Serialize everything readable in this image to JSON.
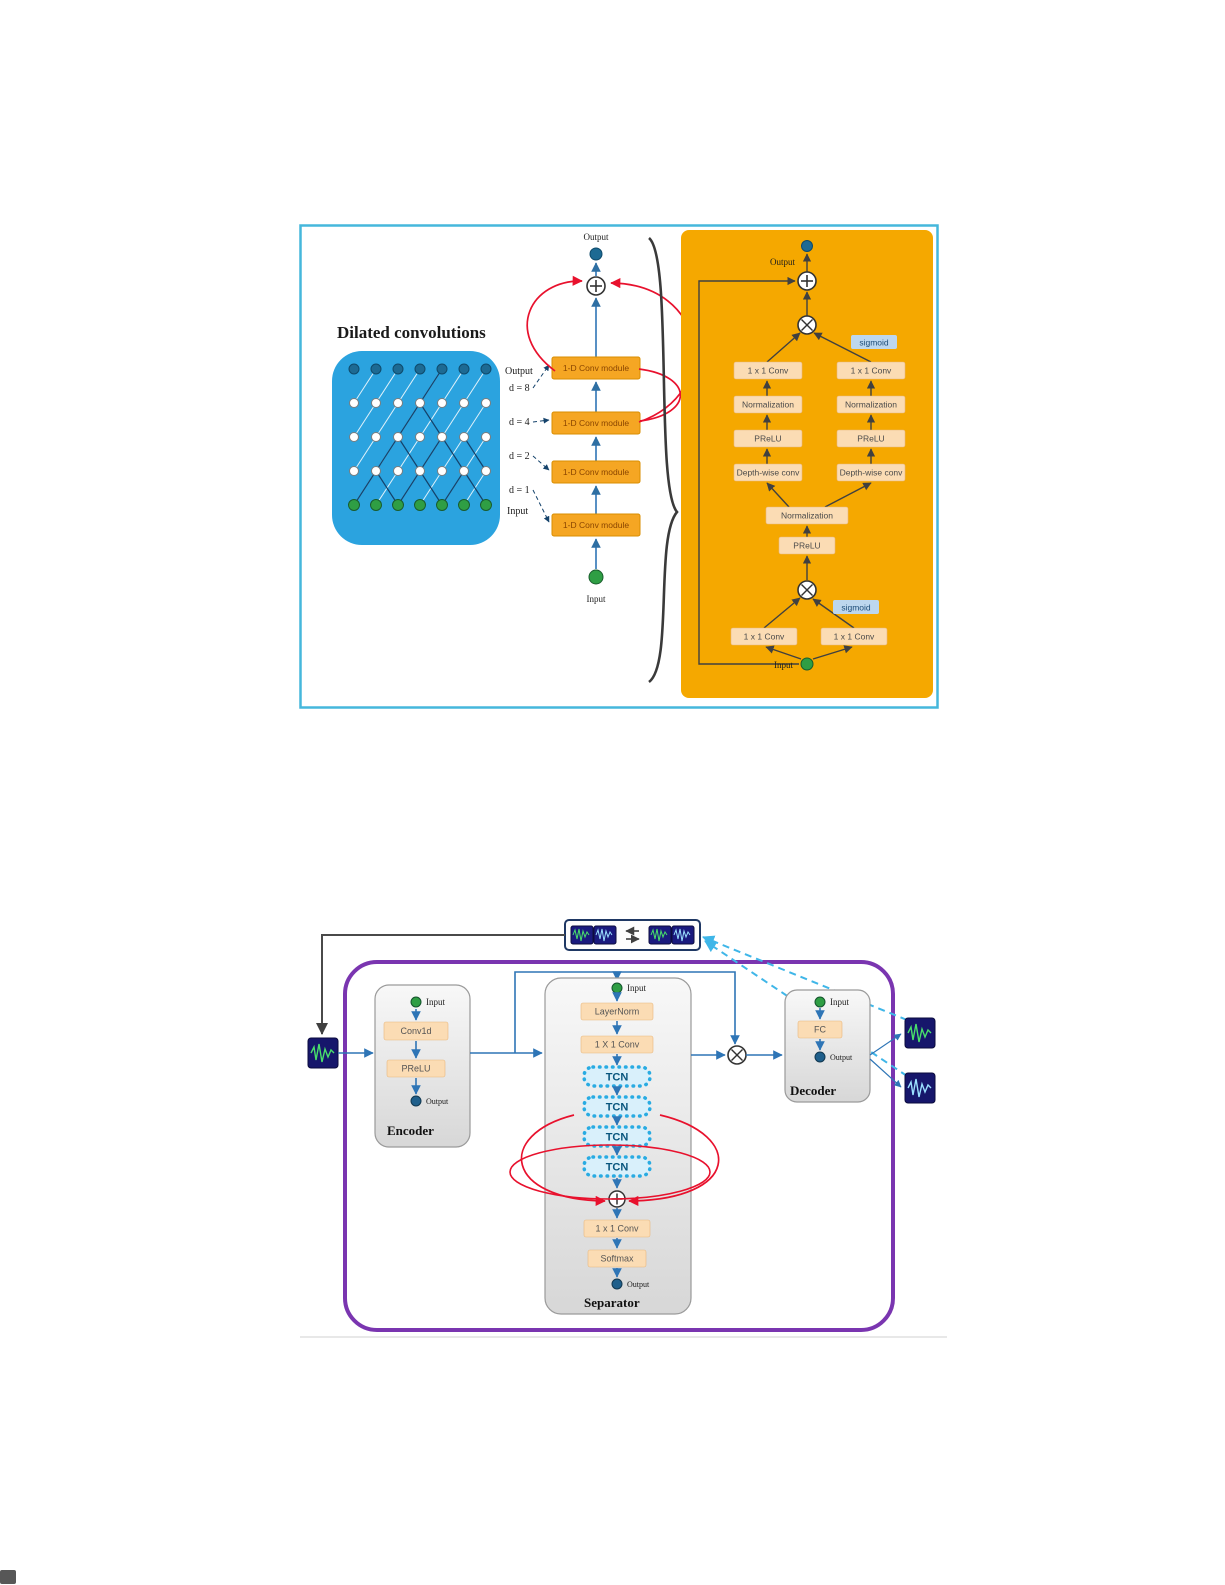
{
  "colors": {
    "figure_border": "#45b7dc",
    "dilated_panel": "#2ba3df",
    "module_orange": "#f5a623",
    "detail_panel": "#f5a800",
    "block_peach": "#fbdcb4",
    "purple_border": "#7a35b0",
    "flow_blue": "#2e75b6",
    "skip_red": "#e8112d",
    "tcn_blue": "#29abe2",
    "input_green": "#2f9e44",
    "output_navy": "#1f5f8b"
  },
  "figure1": {
    "dilated": {
      "title": "Dilated convolutions",
      "labels": {
        "output": "Output",
        "d8": "d = 8",
        "d4": "d = 4",
        "d2": "d = 2",
        "d1": "d = 1",
        "input": "Input"
      }
    },
    "stack": {
      "output": "Output",
      "input": "Input",
      "modules": [
        "1-D Conv module",
        "1-D Conv module",
        "1-D Conv module",
        "1-D Conv module"
      ]
    },
    "detail": {
      "output": "Output",
      "input": "Input",
      "sigmoid_top": "sigmoid",
      "sigmoid_bottom": "sigmoid",
      "left_branch": [
        "1 x 1 Conv",
        "Normalization",
        "PReLU",
        "Depth-wise conv"
      ],
      "right_branch": [
        "1 x 1 Conv",
        "Normalization",
        "PReLU",
        "Depth-wise conv"
      ],
      "merge": [
        "Normalization",
        "PReLU"
      ],
      "bottom_left": "1 x 1 Conv",
      "bottom_right": "1 x 1 Conv"
    }
  },
  "figure2": {
    "encoder": {
      "label": "Encoder",
      "input": "Input",
      "output": "Output",
      "blocks": [
        "Conv1d",
        "PReLU"
      ]
    },
    "separator": {
      "label": "Separator",
      "input": "Input",
      "output": "Output",
      "pre": [
        "LayerNorm",
        "1 X 1 Conv"
      ],
      "tcn": [
        "TCN",
        "TCN",
        "TCN",
        "TCN"
      ],
      "post": [
        "1 x 1 Conv",
        "Softmax"
      ]
    },
    "decoder": {
      "label": "Decoder",
      "input": "Input",
      "output": "Output",
      "blocks": [
        "FC"
      ]
    }
  }
}
